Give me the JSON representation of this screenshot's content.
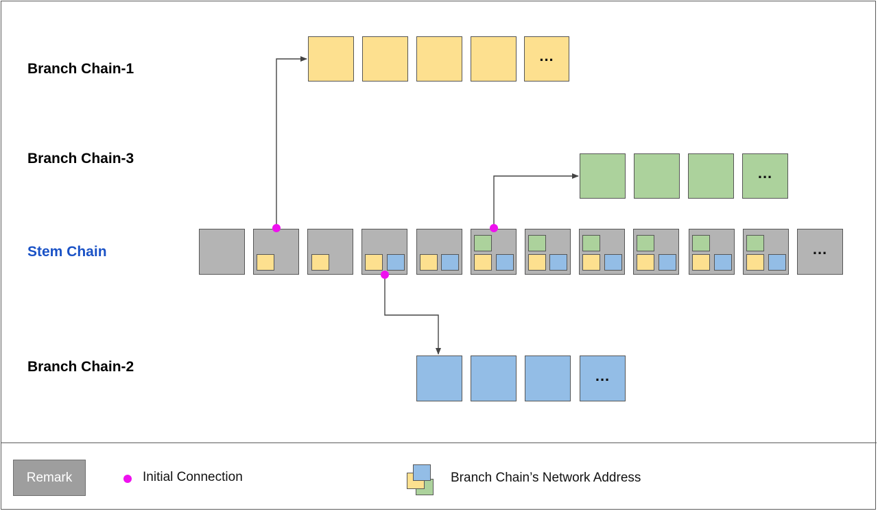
{
  "labels": {
    "branch1": "Branch Chain-1",
    "branch3": "Branch Chain-3",
    "stem": "Stem Chain",
    "branch2": "Branch Chain-2"
  },
  "more_symbol": "...",
  "legend": {
    "remark": "Remark",
    "initial_connection": "Initial Connection",
    "network_address": "Branch Chain’s Network Address"
  },
  "colors": {
    "stem_label": "#1a52c6",
    "stem_block": "#b4b4b4",
    "branch1_block": "#fde08f",
    "branch2_block": "#93bde6",
    "branch3_block": "#acd29c",
    "connection_dot": "#ee11ee",
    "arrow": "#444444"
  }
}
